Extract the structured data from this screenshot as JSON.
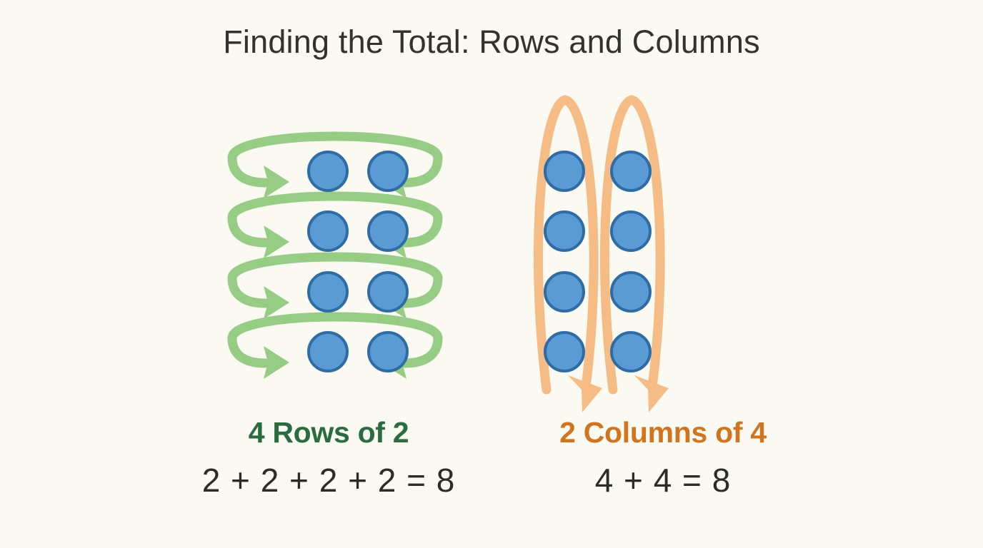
{
  "page": {
    "title": "Finding the Total: Rows and Columns",
    "background_color": "#fafaf2"
  },
  "colors": {
    "background": "#fafaf2",
    "title_text": "#33332e",
    "dot_fill": "#5b9bd5",
    "dot_stroke": "#2f6ca3",
    "row_loop_green": "#97cc85",
    "column_loop_orange": "#f6bc85",
    "rows_label_green": "#2b6b3f",
    "columns_label_orange": "#d1741f",
    "equation_text": "#2b2b28"
  },
  "left_panel": {
    "name": "rows-grouping",
    "label": "4 Rows of 2",
    "equation": "2 + 2 + 2 + 2 = 8",
    "rows": 4,
    "columns": 2,
    "total": 8,
    "loop_color": "#97cc85",
    "loop_count": 4,
    "loop_orientation": "horizontal",
    "arrow_directions": [
      "right",
      "left"
    ]
  },
  "right_panel": {
    "name": "columns-grouping",
    "label": "2 Columns of 4",
    "equation": "4 + 4 = 8",
    "rows": 4,
    "columns": 2,
    "total": 8,
    "loop_color": "#f6bc85",
    "loop_count": 2,
    "loop_orientation": "vertical",
    "arrow_directions": [
      "down",
      "down"
    ]
  },
  "chart_data": {
    "type": "diagram",
    "title": "Finding the Total: Rows and Columns",
    "representation": "array model of multiplication / repeated addition",
    "total_objects": 8,
    "groupings": [
      {
        "name": "4 Rows of 2",
        "group_count": 4,
        "group_size": 2,
        "addends": [
          2,
          2,
          2,
          2
        ],
        "sum": 8,
        "equation": "2 + 2 + 2 + 2 = 8",
        "color": "#97cc85"
      },
      {
        "name": "2 Columns of 4",
        "group_count": 2,
        "group_size": 4,
        "addends": [
          4,
          4
        ],
        "sum": 8,
        "equation": "4 + 4 = 8",
        "color": "#f6bc85"
      }
    ]
  }
}
